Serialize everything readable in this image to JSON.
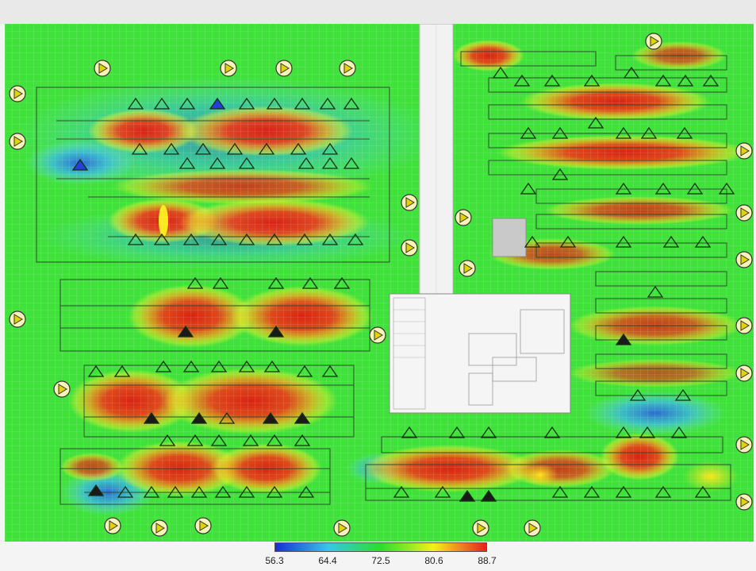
{
  "heatmap": {
    "legend_ticks": [
      "56.3",
      "64.4",
      "72.5",
      "80.6",
      "88.7"
    ],
    "colors": {
      "low": "#1a2bd6",
      "low_mid": "#36c7e8",
      "mid": "#27e02a",
      "high_mid": "#f5f01e",
      "high": "#e8201c"
    }
  },
  "icons": {
    "access_point": "triangle-marker-icon",
    "sensor": "circle-play-marker-icon"
  }
}
